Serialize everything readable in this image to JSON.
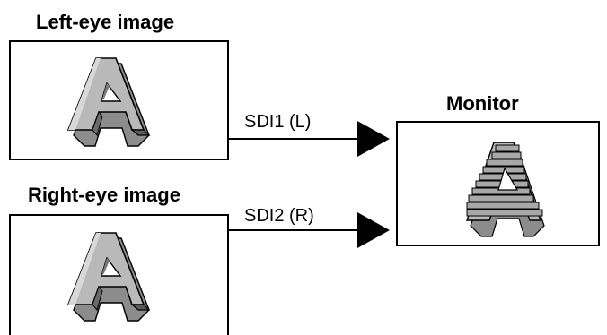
{
  "diagram": {
    "left_eye": {
      "title": "Left-eye image"
    },
    "right_eye": {
      "title": "Right-eye image"
    },
    "monitor": {
      "title": "Monitor"
    },
    "links": {
      "sdi1": {
        "label": "SDI1 (L)"
      },
      "sdi2": {
        "label": "SDI2 (R)"
      }
    },
    "glyph": {
      "letter": "A"
    }
  },
  "colors": {
    "line": "#000000",
    "glyph_face": "#b7b7b7",
    "glyph_side": "#8c8c8c",
    "glyph_dark": "#5a5a5a",
    "glyph_light": "#d9d9d9"
  }
}
